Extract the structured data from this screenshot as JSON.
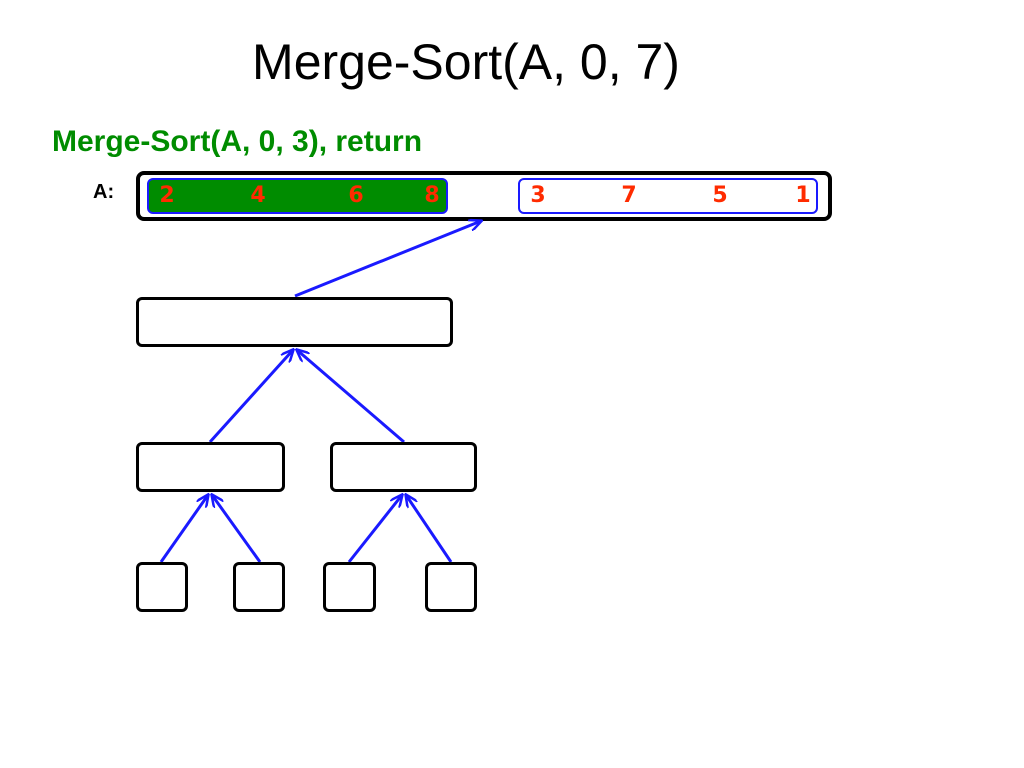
{
  "title": "Merge-Sort(A, 0, 7)",
  "subtitle": "Merge-Sort(A, 0, 3), return",
  "array_label": "A:",
  "array": {
    "cells": [
      "2",
      "4",
      "6",
      "8",
      "3",
      "7",
      "5",
      "1"
    ],
    "sorted_half_range": [
      0,
      3
    ],
    "colors": {
      "sorted_fill": "#008c00",
      "segment_border": "#1a1aff",
      "value_text": "#ff2b00",
      "arrow": "#1a1aff",
      "subtitle": "#008c00"
    }
  },
  "tree": {
    "levels": [
      {
        "name": "level-1",
        "node_count": 1
      },
      {
        "name": "level-2",
        "node_count": 2
      },
      {
        "name": "level-3",
        "node_count": 4
      }
    ]
  }
}
